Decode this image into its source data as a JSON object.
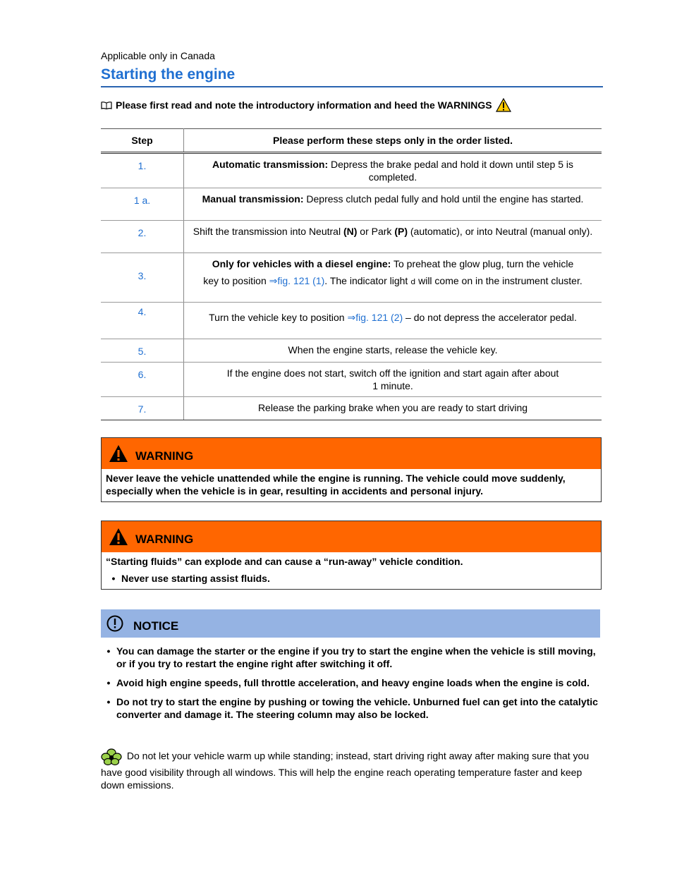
{
  "header": {
    "applicable": "Applicable only in Canada",
    "title": "Starting the engine"
  },
  "intro": "Please first read and note the introductory information and heed the WARNINGS",
  "table": {
    "col1": "Step",
    "col2": "Please perform these steps only in the order listed.",
    "rows": [
      {
        "num": "1.",
        "bold": "Automatic transmission:",
        "text": " Depress the brake pedal and hold it down until step 5 is completed."
      },
      {
        "num": "1 a.",
        "bold": "Manual transmission:",
        "text": " Depress clutch pedal fully and hold until the engine has started."
      },
      {
        "num": "2.",
        "pre": "Shift the transmission into Neutral ",
        "b1": "(N)",
        "mid": " or Park ",
        "b2": "(P)",
        "post": " (automatic), or into Neutral (manual only)."
      },
      {
        "num": "3.",
        "bold": "Only for vehicles with a diesel engine:",
        "text": " To preheat the glow plug, turn the vehicle",
        "line2a": "key to position ",
        "link": "⇒fig. 121 (1)",
        "line2b": ". The indicator light ",
        "glyph": "𝖽",
        "line2c": " will come on in the instrument cluster."
      },
      {
        "num": "4.",
        "pre": "Turn the vehicle key to position ",
        "link": "⇒fig. 121 (2)",
        "post": "  – do not depress the accelerator pedal."
      },
      {
        "num": "5.",
        "text": "When the engine starts, release the vehicle key."
      },
      {
        "num": "6.",
        "text": "If the engine does not start, switch off the ignition and start again after about",
        "text2": "1 minute."
      },
      {
        "num": "7.",
        "text": "Release the parking brake when you are ready to start driving"
      }
    ]
  },
  "warning1": {
    "label": "WARNING",
    "text": "Never leave the vehicle unattended while the engine is running. The vehicle could move suddenly, especially when the vehicle is in gear, resulting in accidents and personal injury."
  },
  "warning2": {
    "label": "WARNING",
    "text": "“Starting fluids” can explode and can cause a “run-away” vehicle condition.",
    "bullet": "Never use starting assist fluids."
  },
  "notice": {
    "label": "NOTICE",
    "items": [
      "You can damage the starter or the engine if you try to start the engine when the vehicle is still moving, or if you try to restart the engine right after switching it off.",
      "Avoid high engine speeds, full throttle acceleration, and heavy engine loads when the engine is cold.",
      "Do not try to start the engine by pushing or towing the vehicle. Unburned fuel can get into the catalytic converter and damage it. The steering column may also be locked."
    ]
  },
  "eco": {
    "text": "Do not let your vehicle warm up while standing; instead, start driving right away after making sure that you have good visibility through all windows. This will help the engine reach operating temperature faster and keep down emissions."
  },
  "colors": {
    "accent": "#1f6fd1",
    "warning": "#ff6600",
    "notice": "#95b3e3"
  }
}
